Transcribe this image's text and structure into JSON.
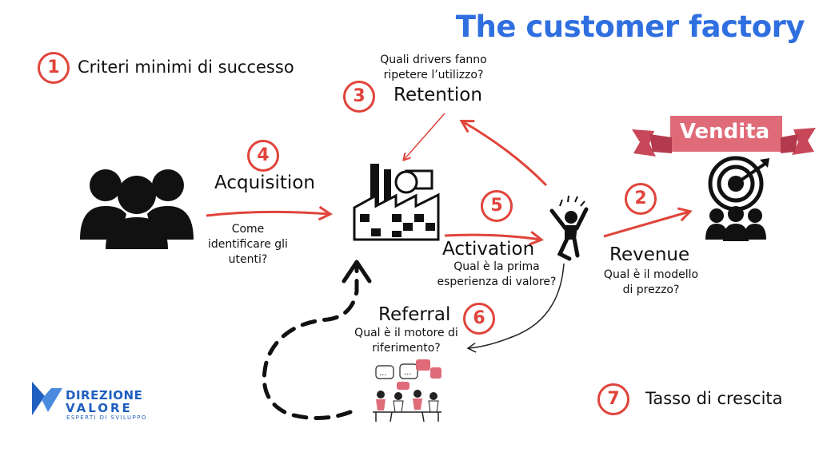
{
  "title": "The customer factory",
  "criteria": {
    "number": "1",
    "label": "Criteri minimi di successo"
  },
  "retention": {
    "number": "3",
    "label": "Retention",
    "question": "Quali drivers fanno ripetere l’utilizzo?"
  },
  "acquisition": {
    "number": "4",
    "label": "Acquisition",
    "question": "Come identificare gli utenti?"
  },
  "activation": {
    "number": "5",
    "label": "Activation",
    "question": "Qual è la prima esperienza di valore?"
  },
  "revenue": {
    "number": "2",
    "label": "Revenue",
    "question": "Qual è il modello di prezzo?"
  },
  "referral": {
    "number": "6",
    "label": "Referral",
    "question": "Qual è il motore di riferimento?"
  },
  "growth": {
    "number": "7",
    "label": "Tasso di crescita"
  },
  "banner": {
    "label": "Vendita"
  },
  "logo": {
    "line1": "DIREZIONE",
    "line2": "VALORE",
    "tagline": "ESPERTI DI SVILUPPO"
  },
  "colors": {
    "accent_red": "#e0443b",
    "title_blue": "#2f6fe0",
    "banner_pink": "#e06b78",
    "logo_blue": "#1f5fbf"
  },
  "icons": [
    "users-group-icon",
    "factory-icon",
    "jumping-person-icon",
    "target-audience-icon",
    "people-chatting-icon",
    "ribbon-banner-icon"
  ]
}
